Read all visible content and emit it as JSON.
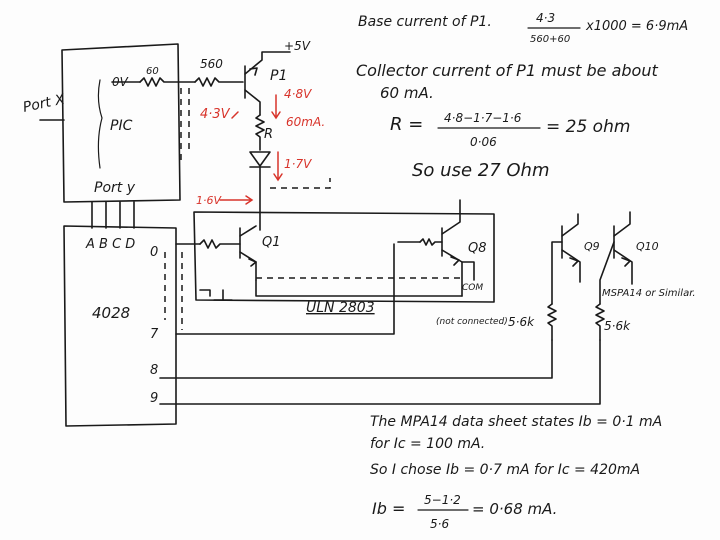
{
  "left_labels": {
    "portx": "Port X",
    "porty": "Port y",
    "pic": "PIC",
    "ov": "0V",
    "r60": "60",
    "r560": "560",
    "plus5v": "+5V",
    "p1": "P1",
    "r": "R",
    "chip4028": "4028",
    "abcd": "A B C D",
    "out0": "0",
    "out7": "7",
    "out8": "8",
    "out9": "9",
    "q1": "Q1",
    "q8": "Q8",
    "q9": "Q9",
    "q10": "Q10",
    "uln": "ULN 2803",
    "com": "COM",
    "not_connected": "(not connected)",
    "res1": "5·6k",
    "res2": "5·6k",
    "mpsa": "MSPA14 or Similar."
  },
  "red_labels": {
    "v43": "4·3V",
    "v48": "4·8V",
    "ma60": "60mA.",
    "v17": "1·7V",
    "v16": "1·6V"
  },
  "notes": {
    "base_current_label": "Base current of P1.",
    "base_num": "4·3",
    "base_den": "560+60",
    "base_result": "x1000 = 6·9mA",
    "collector_line1": "Collector current of P1 must be about",
    "collector_line2": "60 mA.",
    "r_label": "R =",
    "r_num": "4·8−1·7−1·6",
    "r_den": "0·06",
    "r_result": "= 25 ohm",
    "so_use": "So use 27 Ohm",
    "datasheet_line1": "The MPA14 data sheet states Ib = 0·1 mA",
    "datasheet_line2": "for Ic = 100 mA.",
    "datasheet_line3": "So I chose Ib = 0·7 mA for Ic = 420mA",
    "ib_label": "Ib =",
    "ib_num": "5−1·2",
    "ib_den": "5·6",
    "ib_result": "= 0·68 mA."
  },
  "colors": {
    "ink": "#1a1a1a",
    "red": "#d8342b",
    "paper": "#fdfdfd"
  }
}
